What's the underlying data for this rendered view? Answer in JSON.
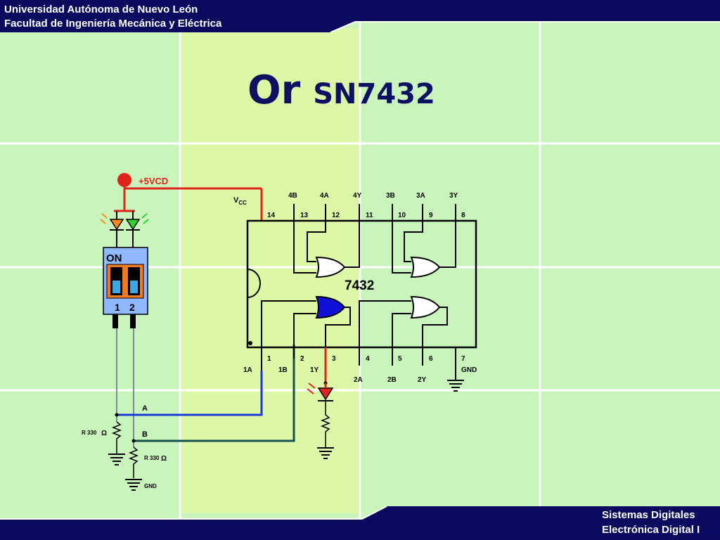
{
  "header": {
    "line1": "Universidad Autónoma de Nuevo León",
    "line2": "Facultad de Ingeniería Mecánica y Eléctrica"
  },
  "title": {
    "main": "Or",
    "part": "SN7432"
  },
  "footer": {
    "line1": "Sistemas Digitales",
    "line2": "Electrónica Digital I"
  },
  "colors": {
    "navy": "#0a0a5e",
    "grid_bg": "#c9f5bd",
    "center_band": "#dcf7a6",
    "power_wire": "#e0241a",
    "wire_a": "#1a3ad6",
    "wire_b": "#15504a",
    "active_gate": "#1010d8"
  },
  "circuit": {
    "supply_label": "+5VCD",
    "vcc_label": "V",
    "vcc_sub": "CC",
    "chip_label": "7432",
    "switch": {
      "on_label": "ON",
      "pos1": "1",
      "pos2": "2"
    },
    "input_labels": {
      "a": "A",
      "b": "B"
    },
    "resistor_a": "R 330",
    "resistor_b": "R 330",
    "ohm": "Ω",
    "ground_label": "GND",
    "top_pins": [
      {
        "num": "14",
        "name": ""
      },
      {
        "num": "13",
        "name": "4B"
      },
      {
        "num": "12",
        "name": "4A"
      },
      {
        "num": "11",
        "name": "4Y"
      },
      {
        "num": "10",
        "name": "3B"
      },
      {
        "num": "9",
        "name": "3A"
      },
      {
        "num": "8",
        "name": "3Y"
      }
    ],
    "bottom_pins": [
      {
        "num": "1",
        "name": "1A"
      },
      {
        "num": "2",
        "name": "1B"
      },
      {
        "num": "3",
        "name": "1Y"
      },
      {
        "num": "4",
        "name": "2A"
      },
      {
        "num": "5",
        "name": "2B"
      },
      {
        "num": "6",
        "name": "2Y"
      },
      {
        "num": "7",
        "name": "GND"
      }
    ]
  }
}
